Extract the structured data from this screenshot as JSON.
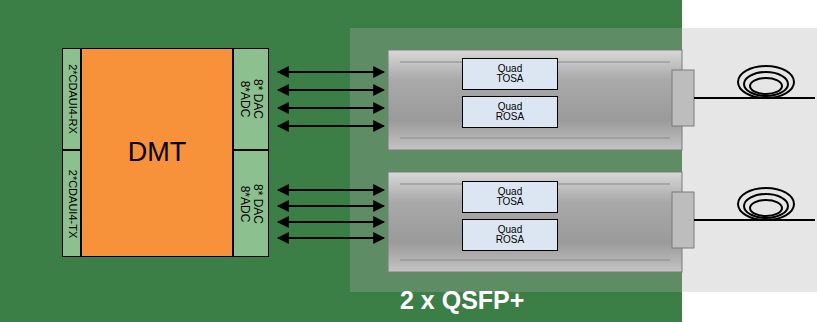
{
  "diagram": {
    "nodes": [
      {
        "text": [
          "2*CDAUI4-RX"
        ]
      },
      {
        "text": [
          "2*CDAUI4-TX"
        ]
      },
      {
        "text": [
          "DMT"
        ]
      },
      {
        "text": [
          "8* DAC 8*ADC"
        ]
      },
      {
        "text": [
          "8* DAC 8*ADC"
        ]
      },
      {
        "text": [
          "Quad TOSA"
        ]
      },
      {
        "text": [
          "Quad ROSA"
        ]
      },
      {
        "text": [
          "Quad TOSA"
        ]
      },
      {
        "text": [
          "Quad ROSA"
        ]
      }
    ],
    "labels": [
      "2 x QSFP+"
    ]
  }
}
